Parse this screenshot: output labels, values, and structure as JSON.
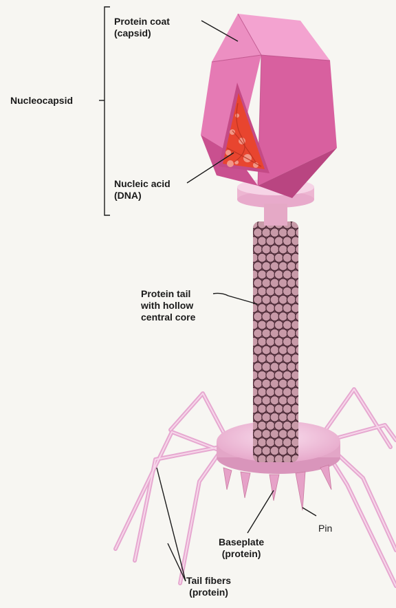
{
  "diagram": {
    "labels": {
      "nucleocapsid": "Nucleocapsid",
      "protein_coat": [
        "Protein coat",
        "(capsid)"
      ],
      "nucleic_acid": [
        "Nucleic acid",
        "(DNA)"
      ],
      "protein_tail": [
        "Protein tail",
        "with hollow",
        "central core"
      ],
      "baseplate": [
        "Baseplate",
        "(protein)"
      ],
      "pin": "Pin",
      "tail_fibers": [
        "Tail fibers",
        "(protein)"
      ]
    },
    "colors": {
      "capsid_face_light": "#f2a0cf",
      "capsid_face_mid": "#e06aa8",
      "capsid_face_dark": "#c44587",
      "dna": "#e8452f",
      "collar": "#f4c9df",
      "tail_ring": "#c89aa8",
      "tail_ring_stroke": "#4a2a36",
      "baseplate": "#efc2dc",
      "fiber": "#e6a8d0"
    }
  }
}
